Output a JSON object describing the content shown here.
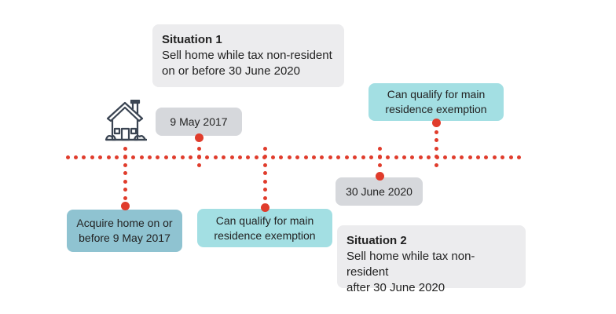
{
  "colors": {
    "accent_dots": "#e03c2c",
    "situation_box": "#ececee",
    "date_box": "#d6d8dc",
    "exemption_box": "#a3dfe3",
    "acquire_box": "#8fc3d1"
  },
  "icons": {
    "house": "house-icon"
  },
  "situation1": {
    "title": "Situation 1",
    "line1": "Sell home while tax non-resident",
    "line2": "on or before 30 June 2020"
  },
  "situation2": {
    "title": "Situation 2",
    "line1": "Sell home while tax non-resident",
    "line2": "after 30 June 2020"
  },
  "dates": {
    "d1": "9 May 2017",
    "d2": "30 June 2020"
  },
  "acquire": {
    "line1": "Acquire home on or",
    "line2": "before 9 May 2017"
  },
  "exemption_upper": {
    "line1": "Can qualify for main",
    "line2": "residence exemption"
  },
  "exemption_lower": {
    "line1": "Can qualify for main",
    "line2": "residence exemption"
  }
}
